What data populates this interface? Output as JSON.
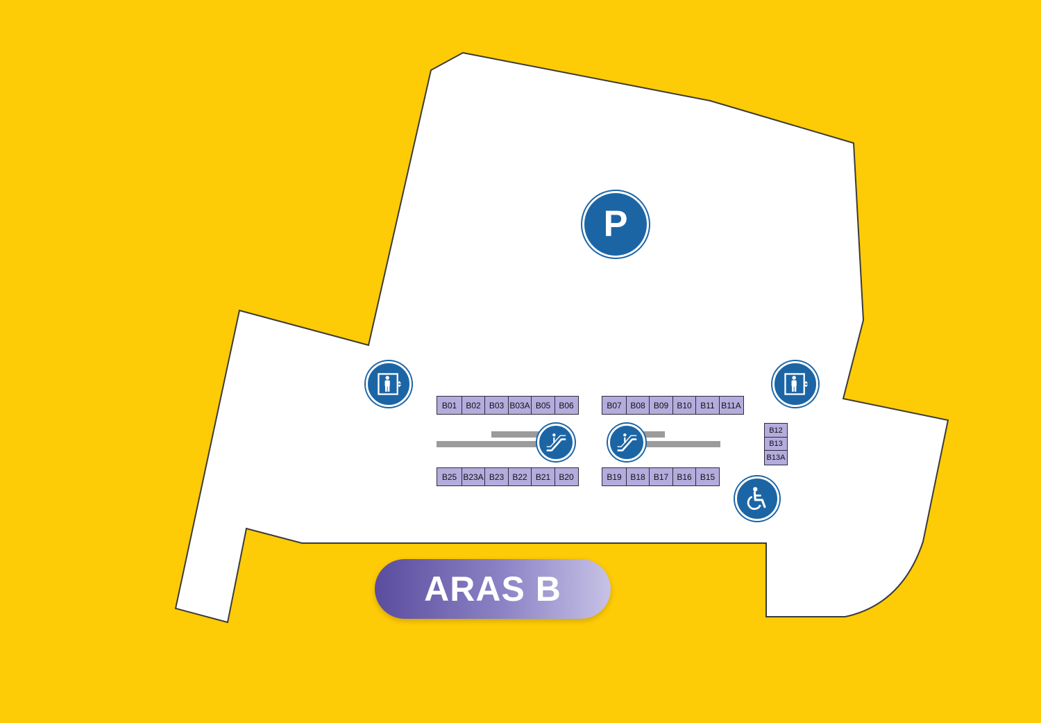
{
  "map": {
    "floor_label": "ARAS B",
    "colors": {
      "background": "#FECB07",
      "floor": "#FFFFFF",
      "outline": "#3A3A3A",
      "unit_fill": "#B4ACDD",
      "icon_blue": "#1C65A5",
      "rail": "#9B9B9B"
    },
    "icons": {
      "parking": "parking-icon",
      "lift_left": "lift-icon",
      "lift_right": "lift-icon",
      "escalator_left": "escalator-icon",
      "escalator_right": "escalator-icon",
      "accessible": "wheelchair-icon"
    },
    "parking_letter": "P",
    "units": {
      "top_left": [
        "B01",
        "B02",
        "B03",
        "B03A",
        "B05",
        "B06"
      ],
      "top_right": [
        "B07",
        "B08",
        "B09",
        "B10",
        "B11",
        "B11A"
      ],
      "bottom_left": [
        "B25",
        "B23A",
        "B23",
        "B22",
        "B21",
        "B20"
      ],
      "bottom_right": [
        "B19",
        "B18",
        "B17",
        "B16",
        "B15"
      ],
      "side_column": [
        "B12",
        "B13",
        "B13A"
      ]
    }
  }
}
